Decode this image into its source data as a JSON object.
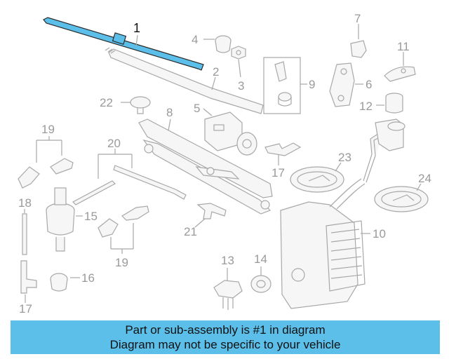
{
  "colors": {
    "highlight": "#5bbfea",
    "banner_bg": "#5bbfea",
    "part_stroke": "#a8a8a8",
    "callout_text": "#9a9a9a"
  },
  "diagram": {
    "highlighted_part": "1",
    "callouts": [
      "1",
      "2",
      "3",
      "4",
      "5",
      "6",
      "7",
      "8",
      "9",
      "10",
      "11",
      "12",
      "13",
      "14",
      "15",
      "16",
      "17",
      "17",
      "18",
      "19",
      "19",
      "20",
      "21",
      "22",
      "23",
      "24"
    ]
  },
  "banner": {
    "line1": "Part or sub-assembly is #1 in diagram",
    "line2": "Diagram may not be specific to your vehicle"
  }
}
